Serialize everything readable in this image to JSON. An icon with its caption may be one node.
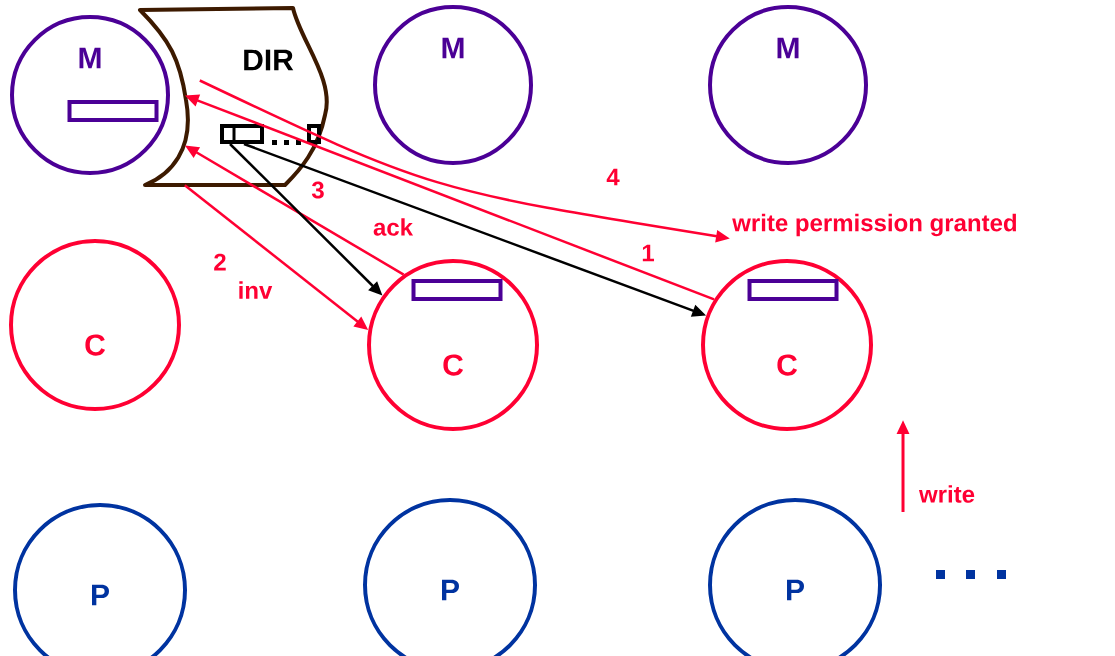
{
  "diagram": {
    "nodes": [
      {
        "text": [
          "M"
        ]
      },
      {
        "text": [],
        "shape": "bar",
        "in": 0
      },
      {
        "text": [
          "DIR"
        ]
      },
      {
        "text": [],
        "shape": "box",
        "in": 2
      },
      {
        "text": [
          "M"
        ]
      },
      {
        "text": [
          "M"
        ]
      },
      {
        "text": [
          "write permission granted"
        ]
      },
      {
        "text": [
          "C"
        ]
      },
      {
        "text": [
          "C"
        ]
      },
      {
        "text": [],
        "shape": "bar",
        "in": 8
      },
      {
        "text": [
          "C"
        ]
      },
      {
        "text": [],
        "shape": "bar",
        "in": 10
      },
      {
        "text": [
          "P"
        ]
      },
      {
        "text": [
          "P"
        ]
      },
      {
        "text": [
          "P"
        ]
      }
    ],
    "edges": [
      {
        "from": 10,
        "to": 2,
        "arrow": "to",
        "label": "1"
      },
      {
        "from": 2,
        "to": 8,
        "arrow": "to",
        "label": "2"
      },
      {
        "from": 8,
        "to": 2,
        "arrow": "to",
        "label": "3"
      },
      {
        "from": 2,
        "to": 6,
        "arrow": "to",
        "label": "4"
      },
      {
        "from": 3,
        "to": 8,
        "arrow": "to",
        "color": "#000000"
      },
      {
        "from": 3,
        "to": 10,
        "arrow": "to",
        "color": "#000000"
      }
    ],
    "labels": [
      "ack",
      "inv",
      "write"
    ]
  }
}
